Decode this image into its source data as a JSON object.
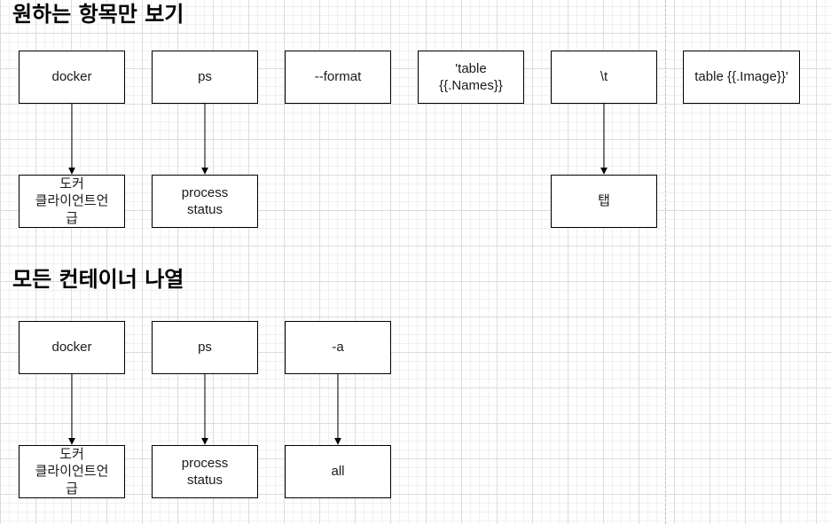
{
  "section1": {
    "heading": "원하는 항목만 보기",
    "top_boxes": [
      "docker",
      "ps",
      "--format",
      "'table\n{{.Names}}",
      "\\t",
      "table {{.Image}}'"
    ],
    "bottom_boxes": [
      "도커\n클라이언트언\n급",
      "process\nstatus",
      "탭"
    ]
  },
  "section2": {
    "heading": "모든 컨테이너 나열",
    "top_boxes": [
      "docker",
      "ps",
      "-a"
    ],
    "bottom_boxes": [
      "도커\n클라이언트언\n급",
      "process\nstatus",
      "all"
    ]
  },
  "colors": {
    "border": "#000000",
    "text": "#1a1a1a",
    "grid": "#dcdcdc",
    "divider": "#bdbdbd"
  }
}
